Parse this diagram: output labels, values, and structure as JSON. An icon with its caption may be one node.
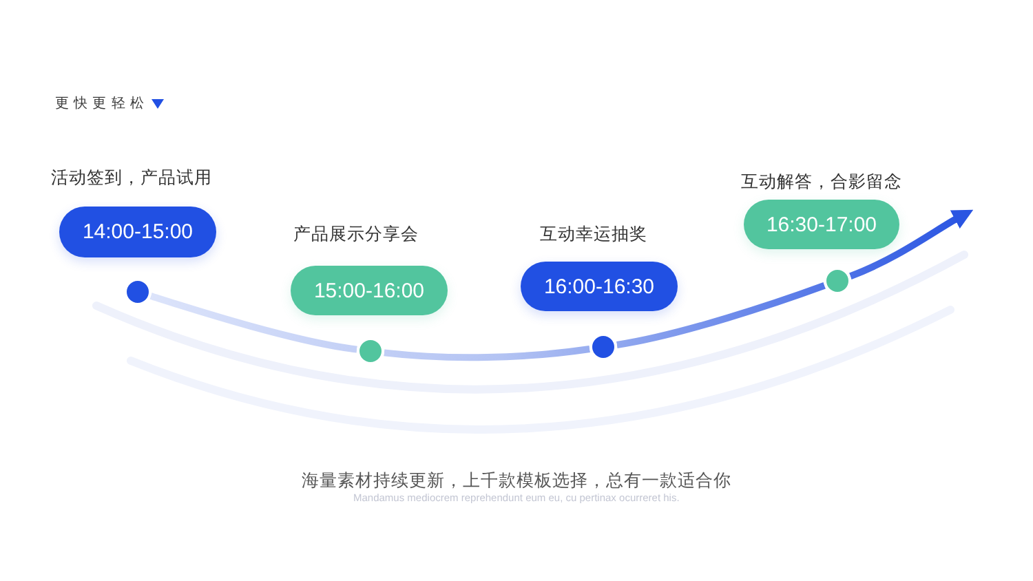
{
  "diagram": {
    "nodes": [
      {
        "text": [
          "活动签到，产品试用",
          "14:00-15:00"
        ]
      },
      {
        "text": [],
        "shape": "circle"
      },
      {
        "text": [
          "产品展示分享会",
          "15:00-16:00"
        ]
      },
      {
        "text": [],
        "shape": "circle"
      },
      {
        "text": [
          "互动幸运抽奖",
          "16:00-16:30"
        ]
      },
      {
        "text": [],
        "shape": "circle"
      },
      {
        "text": [
          "互动解答，合影留念",
          "16:30-17:00"
        ]
      },
      {
        "text": [],
        "shape": "circle"
      }
    ],
    "edges": [
      {
        "from": 1,
        "to": 3,
        "arrow": "none"
      },
      {
        "from": 3,
        "to": 5,
        "arrow": "none"
      },
      {
        "from": 5,
        "to": 7,
        "arrow": "none"
      },
      {
        "from": 7,
        "to": null,
        "arrow": "to"
      }
    ],
    "labels": [
      "更快更轻松",
      "海量素材持续更新，上千款模板选择，总有一款适合你",
      "Mandamus mediocrem reprehendunt eum eu, cu pertinax ocurreret his."
    ]
  }
}
